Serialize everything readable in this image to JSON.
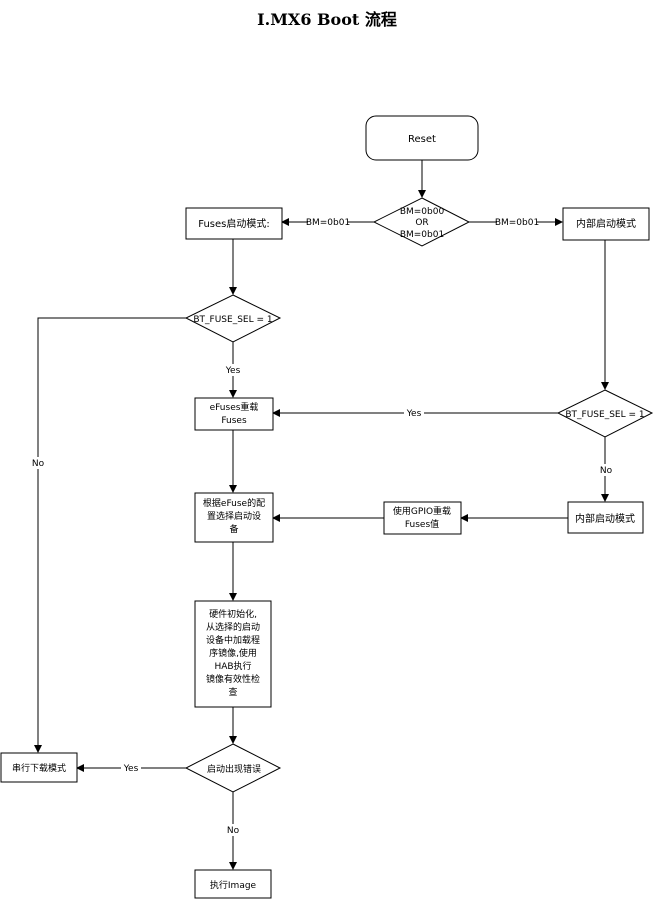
{
  "title": "I.MX6 Boot 流程",
  "nodes": {
    "reset": "Reset",
    "bm_decision": [
      "BM=0b00",
      "OR",
      "BM=0b01"
    ],
    "fuses_mode": "Fuses启动模式:",
    "internal_mode_top": "内部启动模式",
    "bt_fuse_sel_left": "BT_FUSE_SEL = 1",
    "bt_fuse_sel_right": "BT_FUSE_SEL = 1",
    "efuses_override": [
      "eFuses重载",
      "Fuses"
    ],
    "internal_mode_bottom": "内部启动模式",
    "gpio_override": [
      "使用GPIO重载",
      "Fuses值"
    ],
    "select_boot_device": [
      "根据eFuse的配",
      "置选择启动设",
      "备"
    ],
    "hw_init": [
      "硬件初始化,",
      "从选择的启动",
      "设备中加载程",
      "序镜像,使用",
      "HAB执行",
      "镜像有效性检",
      "查"
    ],
    "boot_error": "启动出现错误",
    "serial_download": "串行下载模式",
    "execute_image": "执行Image"
  },
  "edge_labels": {
    "bm_left": "BM=0b01",
    "bm_right": "BM=0b01",
    "yes_left": "Yes",
    "no_left": "No",
    "yes_right": "Yes",
    "no_right": "No",
    "yes_error": "Yes",
    "no_error": "No"
  }
}
